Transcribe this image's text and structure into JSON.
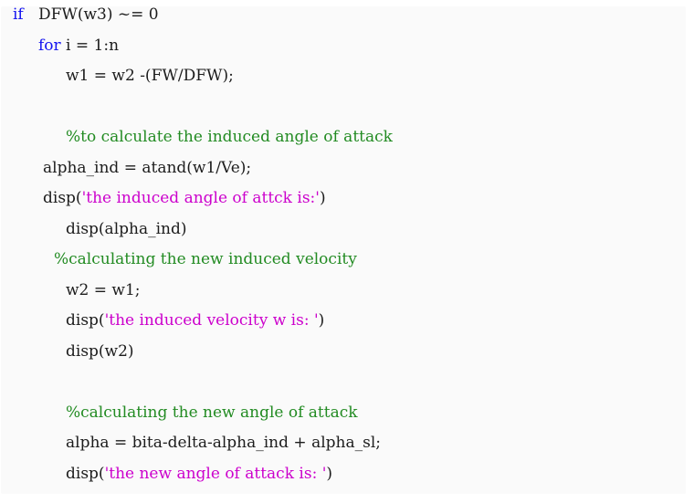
{
  "window": {
    "background": "#ffffff",
    "panel_background": "#fafafa"
  },
  "colors": {
    "keyword": "#1414f0",
    "comment": "#228b22",
    "string": "#cc00cc",
    "plain": "#1c1c1c"
  },
  "code": {
    "lines": [
      {
        "indent": 14,
        "segments": [
          {
            "type": "keyword",
            "text": "if"
          },
          {
            "type": "plain",
            "text": "   DFW(w3) ~= 0"
          }
        ]
      },
      {
        "indent": 42,
        "segments": [
          {
            "type": "keyword",
            "text": "for"
          },
          {
            "type": "plain",
            "text": " i = 1:n"
          }
        ]
      },
      {
        "indent": 72,
        "segments": [
          {
            "type": "plain",
            "text": "w1 = w2 -(FW/DFW);"
          }
        ]
      },
      {
        "indent": 0,
        "segments": []
      },
      {
        "indent": 72,
        "segments": [
          {
            "type": "comment",
            "text": "%to calculate the induced angle of attack"
          }
        ]
      },
      {
        "indent": 47,
        "segments": [
          {
            "type": "plain",
            "text": "alpha_ind = atand(w1/Ve);"
          }
        ]
      },
      {
        "indent": 47,
        "segments": [
          {
            "type": "plain",
            "text": "disp("
          },
          {
            "type": "string",
            "text": "'the induced angle of attck is:'"
          },
          {
            "type": "plain",
            "text": ")"
          }
        ]
      },
      {
        "indent": 72,
        "segments": [
          {
            "type": "plain",
            "text": "disp(alpha_ind)"
          }
        ]
      },
      {
        "indent": 59,
        "segments": [
          {
            "type": "comment",
            "text": "%calculating the new induced velocity"
          }
        ]
      },
      {
        "indent": 72,
        "segments": [
          {
            "type": "plain",
            "text": "w2 = w1;"
          }
        ]
      },
      {
        "indent": 72,
        "segments": [
          {
            "type": "plain",
            "text": "disp("
          },
          {
            "type": "string",
            "text": "'the induced velocity w is: '"
          },
          {
            "type": "plain",
            "text": ")"
          }
        ]
      },
      {
        "indent": 72,
        "segments": [
          {
            "type": "plain",
            "text": "disp(w2)"
          }
        ]
      },
      {
        "indent": 0,
        "segments": []
      },
      {
        "indent": 72,
        "segments": [
          {
            "type": "comment",
            "text": "%calculating the new angle of attack"
          }
        ]
      },
      {
        "indent": 72,
        "segments": [
          {
            "type": "plain",
            "text": "alpha = bita-delta-alpha_ind + alpha_sl;"
          }
        ]
      },
      {
        "indent": 72,
        "segments": [
          {
            "type": "plain",
            "text": "disp("
          },
          {
            "type": "string",
            "text": "'the new angle of attack is: '"
          },
          {
            "type": "plain",
            "text": ")"
          }
        ]
      }
    ]
  }
}
